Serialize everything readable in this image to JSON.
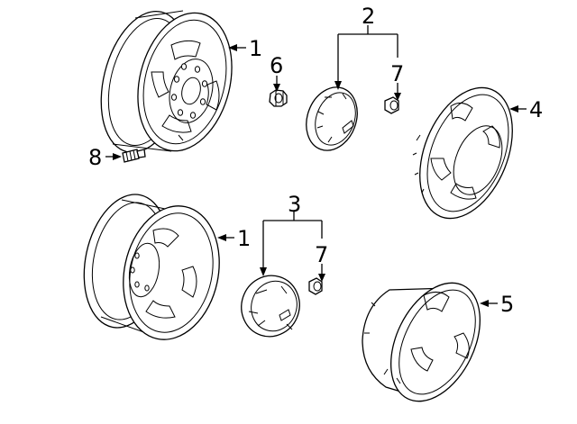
{
  "callouts": {
    "wheel_upper": "1",
    "wheel_lower": "1",
    "center_cap_upper": "2",
    "center_cap_lower": "3",
    "wheel_cover_upper": "4",
    "wheel_cover_lower": "5",
    "lug_nut": "6",
    "nut_cap_upper": "7",
    "nut_cap_lower": "7",
    "valve_stem": "8"
  }
}
